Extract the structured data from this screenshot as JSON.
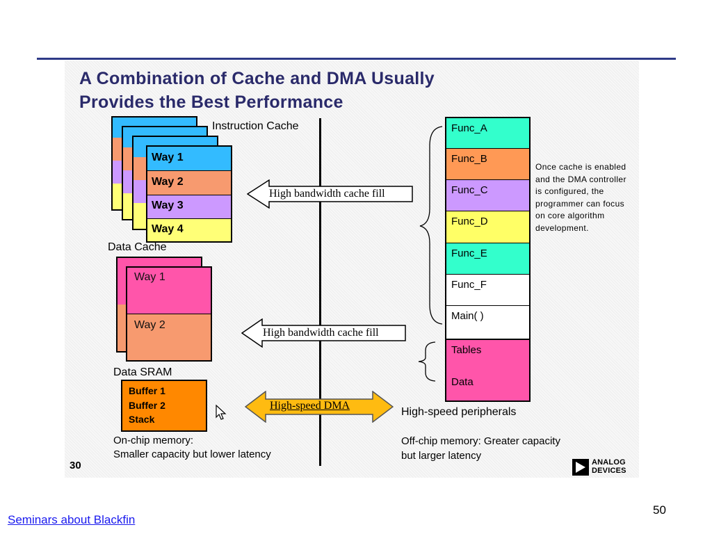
{
  "slide": {
    "title_line1": "A Combination of Cache and DMA Usually",
    "title_line2": "Provides the Best Performance",
    "slide_number": "30",
    "page_number": "50",
    "footer_link": "Seminars about Blackfin"
  },
  "left": {
    "instruction_cache_label": "Instruction Cache",
    "instruction_ways": [
      "Way 1",
      "Way 2",
      "Way 3",
      "Way 4"
    ],
    "data_cache_label": "Data Cache",
    "data_ways": [
      "Way 1",
      "Way 2"
    ],
    "data_sram_label": "Data SRAM",
    "sram_items": [
      "Buffer 1",
      "Buffer 2",
      "Stack"
    ],
    "onchip_line1": "On-chip memory:",
    "onchip_line2": "Smaller capacity but lower latency"
  },
  "arrows": {
    "cache_fill_1": "High bandwidth cache fill",
    "cache_fill_2": "High bandwidth cache fill",
    "dma": "High-speed DMA"
  },
  "right": {
    "functions": [
      "Func_A",
      "Func_B",
      "Func_C",
      "Func_D",
      "Func_E",
      "Func_F",
      "Main( )"
    ],
    "data_items": [
      "Tables",
      "Data"
    ],
    "peripherals_label": "High-speed peripherals",
    "offchip_line1": "Off-chip memory: Greater capacity",
    "offchip_line2": "but larger latency",
    "note": "Once cache is enabled and the DMA controller is configured, the programmer can focus on core algorithm development.",
    "logo_line1": "ANALOG",
    "logo_line2": "DEVICES"
  },
  "colors": {
    "way1": "#33bbff",
    "way2": "#f79a6f",
    "way3": "#cc99ff",
    "way4": "#ffff77",
    "data_cache": "#ff55aa",
    "data_cache_way2": "#f79a6f",
    "sram": "#ff8800",
    "func_a": "#33ffcc",
    "func_b": "#ff9955",
    "func_c": "#cc99ff",
    "func_d": "#ffff66",
    "func_e": "#33ffcc",
    "dma_arrow": "#ffbb11",
    "title": "#2a2a6a",
    "rule": "#2e3a87",
    "link": "#1a1aee"
  },
  "icons": {
    "cursor": "mouse-pointer-icon",
    "logo": "analog-devices-logo-icon"
  }
}
